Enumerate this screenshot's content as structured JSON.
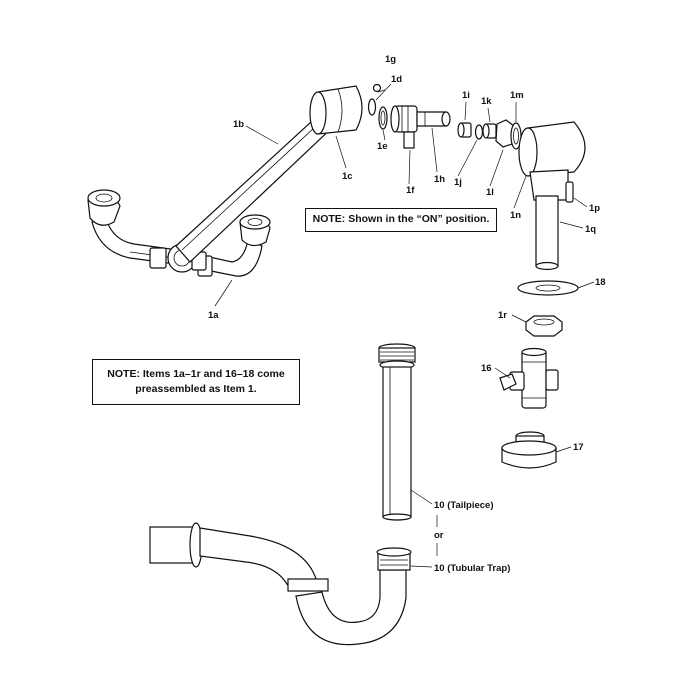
{
  "notes": {
    "on_position": "NOTE: Shown in the “ON” position.",
    "preassembled_line1": "NOTE: Items 1a–1r and 16–18 come",
    "preassembled_line2": "preassembled as Item 1."
  },
  "labels": {
    "l1a": "1a",
    "l1b": "1b",
    "l1c": "1c",
    "l1d": "1d",
    "l1e": "1e",
    "l1f": "1f",
    "l1g": "1g",
    "l1h": "1h",
    "l1i": "1i",
    "l1j": "1j",
    "l1k": "1k",
    "l1l": "1l",
    "l1m": "1m",
    "l1n": "1n",
    "l1p": "1p",
    "l1q": "1q",
    "l1r": "1r",
    "l16": "16",
    "l17": "17",
    "l18": "18",
    "tailpiece": "10 (Tailpiece)",
    "or": "or",
    "trap": "10 (Tubular Trap)"
  },
  "colors": {
    "line": "#111111",
    "background": "#ffffff"
  }
}
